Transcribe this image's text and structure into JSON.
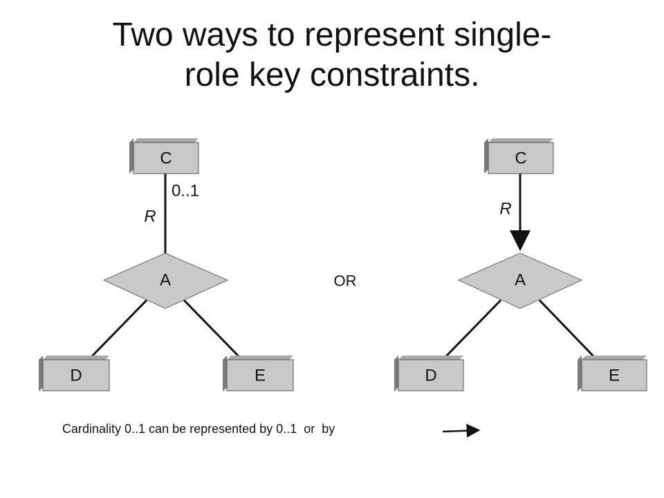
{
  "title": {
    "line1": "Two ways to represent single-",
    "line2": "role key constraints."
  },
  "left": {
    "entities": {
      "c": "C",
      "d": "D",
      "e": "E"
    },
    "relationship": "A",
    "role": "R",
    "cardinality": "0..1"
  },
  "separator": "OR",
  "right": {
    "entities": {
      "c": "C",
      "d": "D",
      "e": "E"
    },
    "relationship": "A",
    "role": "R"
  },
  "caption": "Cardinality 0..1 can be represented by 0..1  or  by",
  "colors": {
    "box_front": "#c8c8c8",
    "box_side": "#7a7a7a",
    "box_top": "#a8a8a8",
    "diamond": "#c9c9c9",
    "line": "#111111"
  }
}
